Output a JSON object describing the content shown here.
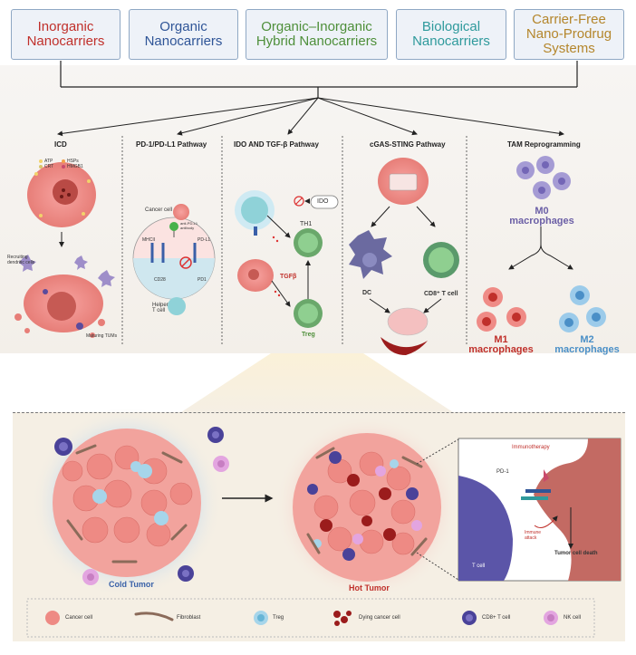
{
  "top_categories": [
    {
      "label": "Inorganic\nNanocarriers",
      "color": "#c0302b"
    },
    {
      "label": "Organic\nNanocarriers",
      "color": "#2f5597"
    },
    {
      "label": "Organic–Inorganic\nHybrid Nanocarriers",
      "color": "#4e8f3a"
    },
    {
      "label": "Biological\nNanocarriers",
      "color": "#2f9a9c"
    },
    {
      "label": "Carrier-Free\nNano-Prodrug\nSystems",
      "color": "#b4862c"
    }
  ],
  "sections": {
    "icd": {
      "title": "ICD",
      "legend": [
        "ATP",
        "HSPs",
        "CRT",
        "HMGB1"
      ],
      "recruiting": "Recruiting\ndendritic cells",
      "maturing": "Maturing TUMs"
    },
    "pd1": {
      "title": "PD-1/PD-L1 Pathway",
      "cancer_cell": "Cancer cell",
      "antibody": "anti-PD-L1\nantibody",
      "mhc": "MHCII",
      "pdl1": "PD-L1",
      "pd1": "PD1",
      "cd28": "CD28",
      "helper": "Helper\nT cell"
    },
    "ido": {
      "title": "IDO AND TGF-β Pathway",
      "ido": "IDO",
      "th1": "TH1",
      "tgf": "TGFβ",
      "treg": "Treg"
    },
    "cgas": {
      "title": "cGAS-STING Pathway",
      "dc": "DC",
      "cd8": "CD8⁺ T cell"
    },
    "tam": {
      "title": "TAM Reprogramming",
      "m0": "M0\nmacrophages",
      "m1": "M1\nmacrophages",
      "m2": "M2\nmacrophages",
      "m0_color": "#6b5fa6",
      "m1_color": "#c0302b",
      "m2_color": "#4a8fc7"
    }
  },
  "tumor": {
    "cold": "Cold Tumor",
    "hot": "Hot Tumor",
    "cold_color": "#3a62a8",
    "hot_color": "#c0302b"
  },
  "inset": {
    "immunotherapy": "Immunotherapy",
    "pd1": "PD-1",
    "attack": "Immune\nattack",
    "t_cell": "T cell",
    "death": "Tumor cell death"
  },
  "legend": [
    {
      "label": "Cancer cell",
      "icon": "cancer-cell"
    },
    {
      "label": "Fibroblast",
      "icon": "fibroblast"
    },
    {
      "label": "Treg",
      "icon": "treg-cell"
    },
    {
      "label": "Dying cancer cell",
      "icon": "dying-cancer-cell"
    },
    {
      "label": "CD8+ T cell",
      "icon": "cd8-t-cell"
    },
    {
      "label": "NK cell",
      "icon": "nk-cell"
    }
  ]
}
